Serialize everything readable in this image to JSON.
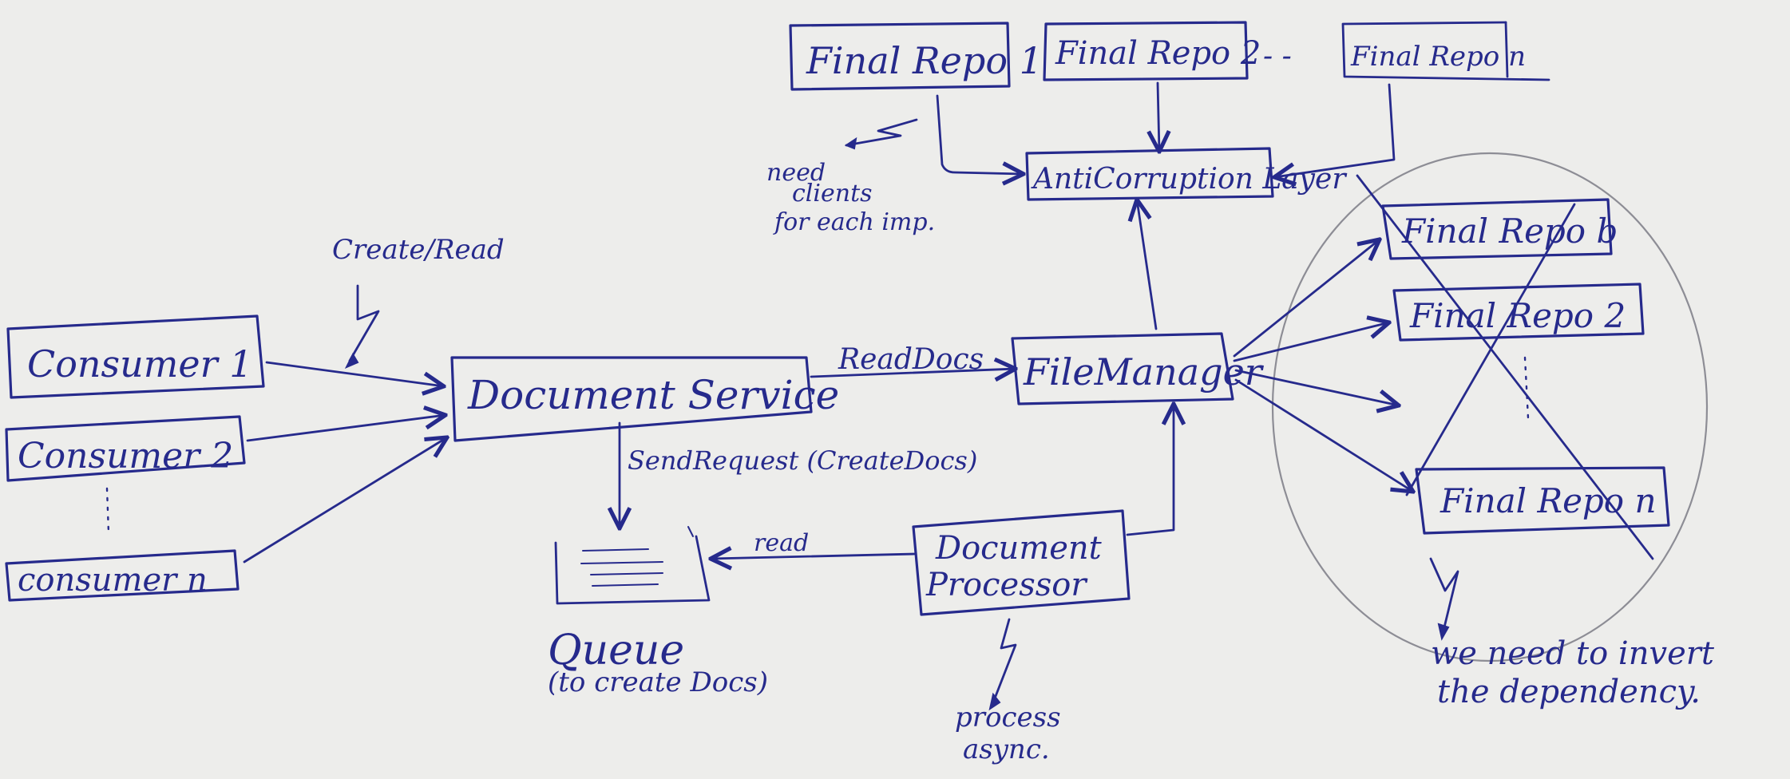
{
  "labels": {
    "final_repo_1": "Final Repo 1",
    "final_repo_2_top": "Final Repo 2",
    "top_ellipsis": "- -",
    "final_repo_n_top": "Final Repo n",
    "anti_corruption": "AntiCorruption Layer",
    "need_clients_1": "need",
    "need_clients_2": "clients",
    "need_clients_3": "for each imp.",
    "create_read": "Create/Read",
    "consumer_1": "Consumer 1",
    "consumer_2": "Consumer 2",
    "consumer_n": "consumer n",
    "document_service": "Document Service",
    "read_docs": "ReadDocs",
    "file_manager": "FileManager",
    "send_request": "SendRequest (CreateDocs)",
    "read": "read",
    "document_processor_1": "Document",
    "document_processor_2": "Processor",
    "queue": "Queue",
    "queue_sub": "(to create Docs)",
    "process_async_1": "process",
    "process_async_2": "async.",
    "final_repo_b": "Final Repo b",
    "final_repo_2": "Final Repo 2",
    "final_repo_n": "Final Repo n",
    "invert_1": "we need to invert",
    "invert_2": "the dependency."
  },
  "colors": {
    "ink": "#262a8c",
    "paper": "#ededeb",
    "pencil": "#8d8d95"
  }
}
